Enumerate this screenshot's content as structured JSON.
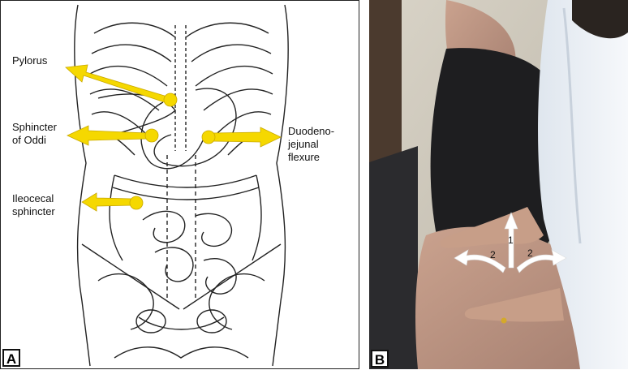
{
  "panel_a": {
    "letter": "A",
    "labels": {
      "pylorus": "Pylorus",
      "sphincter_oddi": [
        "Sphincter",
        "of Oddi"
      ],
      "duodenojejunal": [
        "Duodeno-",
        "jejunal",
        "flexure"
      ],
      "ileocecal": [
        "Ileocecal",
        "sphincter"
      ]
    },
    "marker_color": "#f5d800"
  },
  "panel_b": {
    "letter": "B",
    "arrow_labels": [
      "1",
      "2",
      "2"
    ]
  }
}
